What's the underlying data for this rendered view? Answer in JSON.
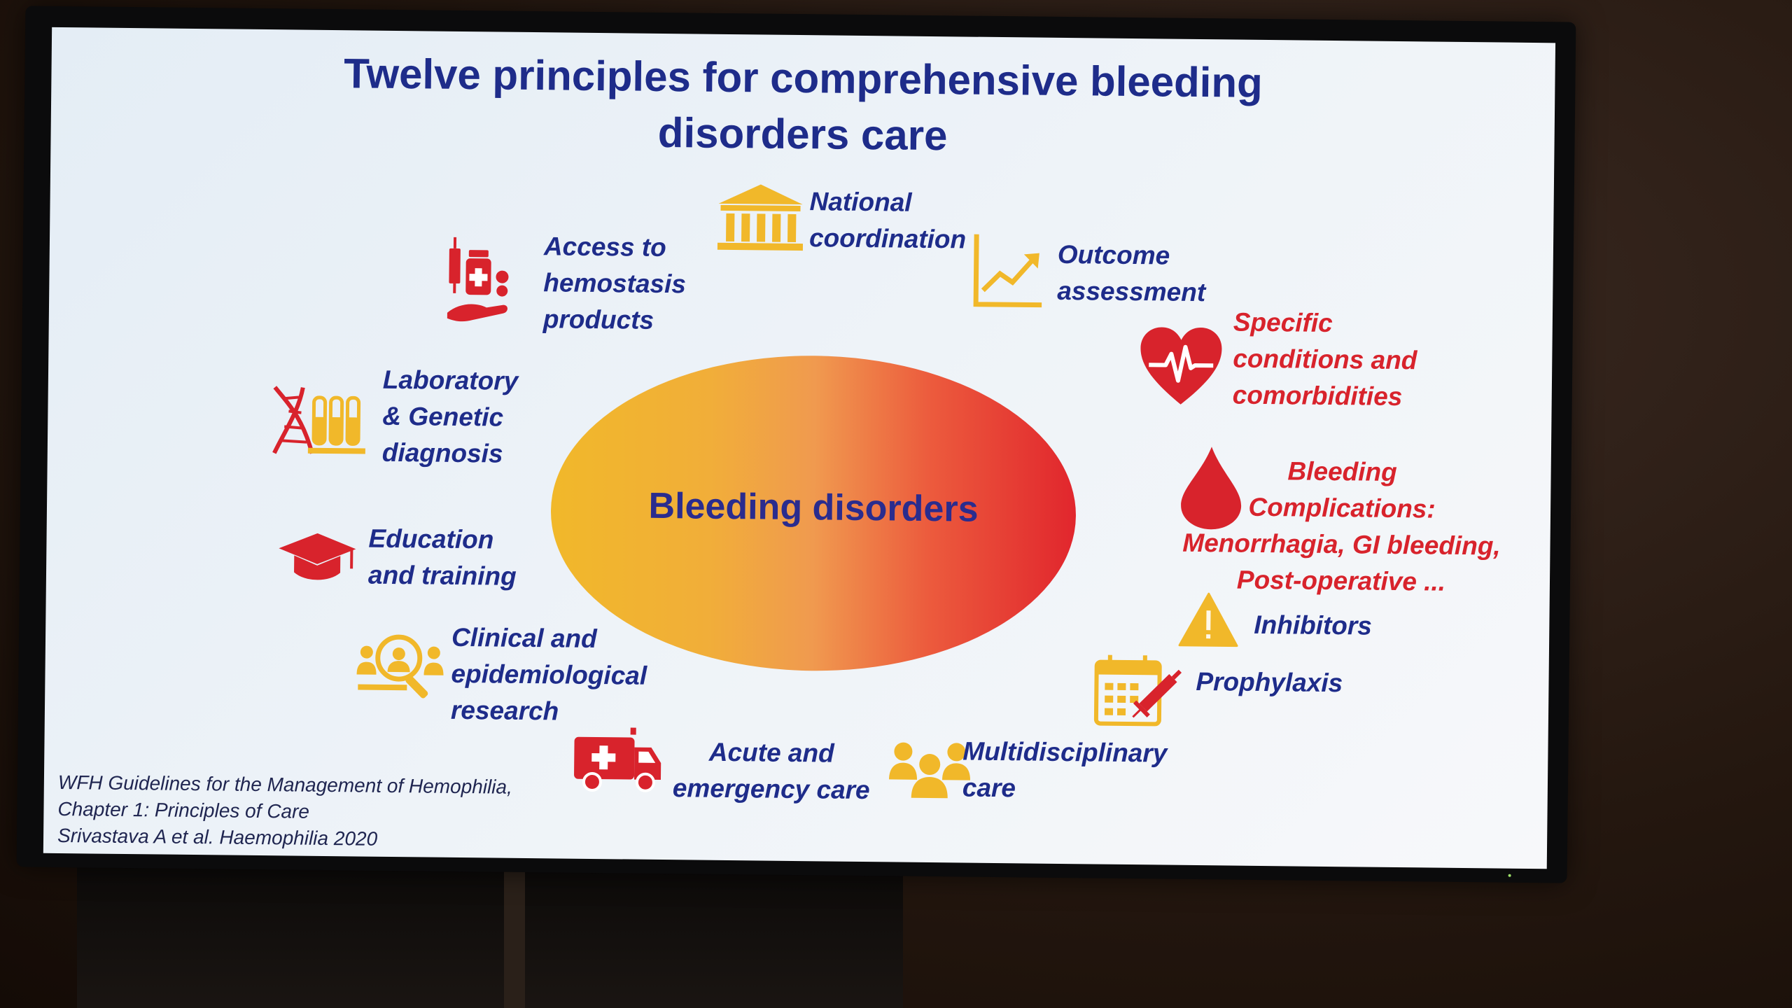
{
  "slide": {
    "title_lines": [
      "Twelve principles for comprehensive bleeding",
      "disorders care"
    ],
    "center": "Bleeding disorders",
    "principles": {
      "national": [
        "National",
        "coordination"
      ],
      "outcome": [
        "Outcome",
        "assessment"
      ],
      "specific": [
        "Specific",
        "conditions and",
        "comorbidities"
      ],
      "bleeding": [
        "Bleeding",
        "Complications:",
        "Menorrhagia, GI bleeding,",
        "Post-operative ..."
      ],
      "inhibitors": [
        "Inhibitors"
      ],
      "prophylaxis": [
        "Prophylaxis"
      ],
      "multidisciplinary": [
        "Multidisciplinary",
        "care"
      ],
      "acute": [
        "Acute and",
        "emergency care"
      ],
      "clinical": [
        "Clinical and",
        "epidemiological",
        "research"
      ],
      "education": [
        "Education",
        "and training"
      ],
      "laboratory": [
        "Laboratory",
        "& Genetic",
        "diagnosis"
      ],
      "access": [
        "Access to",
        "hemostasis",
        "products"
      ]
    },
    "citation": [
      "WFH Guidelines for the Management of Hemophilia,",
      "Chapter 1: Principles of Care",
      "Srivastava A et al. Haemophilia 2020"
    ]
  },
  "colors": {
    "title_blue": "#1e2c8a",
    "red": "#d8232c",
    "yellow": "#f1b82a",
    "ellipse_left": "#f1b82a",
    "ellipse_right": "#e1262d"
  },
  "icons": {
    "national": "bank-building-icon",
    "outcome": "line-chart-up-icon",
    "specific": "heart-pulse-icon",
    "bleeding": "blood-drop-icon",
    "inhibitors": "warning-triangle-icon",
    "prophylaxis": "calendar-syringe-icon",
    "multidisciplinary": "people-group-icon",
    "acute": "ambulance-icon",
    "clinical": "magnifier-person-icon",
    "education": "graduation-cap-icon",
    "laboratory": "dna-test-tubes-icon",
    "access": "syringe-medicine-hand-icon"
  }
}
